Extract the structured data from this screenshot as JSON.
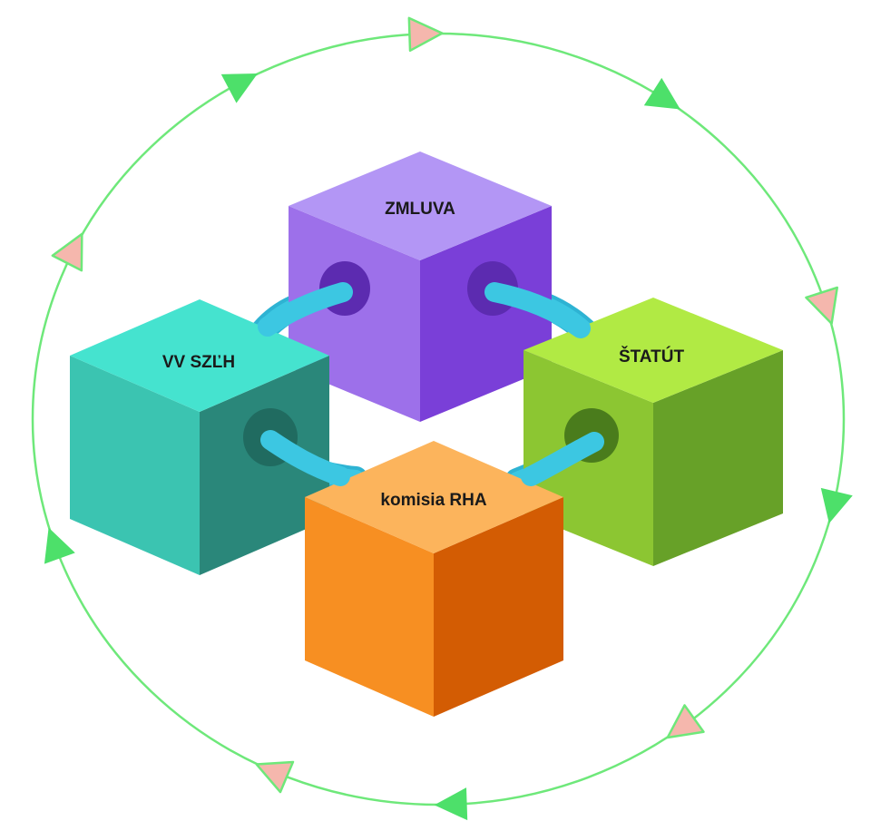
{
  "diagram": {
    "blocks": [
      {
        "id": "zmluva",
        "label": "ZMLUVA",
        "colors": {
          "top": "#b396f5",
          "left": "#9d70ea",
          "right": "#7a3fd8",
          "hole": "#5c2bb0"
        }
      },
      {
        "id": "vv",
        "label": "VV SZĽH",
        "colors": {
          "top": "#45e3cf",
          "left": "#3bc4b1",
          "right": "#2a877a",
          "hole": "#206b60"
        }
      },
      {
        "id": "statut",
        "label": "ŠTATÚT",
        "colors": {
          "top": "#b1ea44",
          "left": "#8cc632",
          "right": "#67a128",
          "hole": "#4a7c1c"
        }
      },
      {
        "id": "komisia",
        "label": "komisia RHA",
        "colors": {
          "top": "#fcb45c",
          "left": "#f78f22",
          "right": "#d35c03",
          "hole": "#a84800"
        }
      }
    ],
    "connectors": [
      {
        "from": "vv",
        "to": "zmluva"
      },
      {
        "from": "zmluva",
        "to": "statut"
      },
      {
        "from": "vv",
        "to": "komisia"
      },
      {
        "from": "komisia",
        "to": "statut"
      }
    ],
    "cycle": {
      "line_color": "#6ee87a",
      "arrow_green": "#4de06a",
      "arrow_pink": "#f5b7ad",
      "arrow_pink_stroke": "#6ee87a",
      "arrow_pattern": [
        "pink",
        "green",
        "pink",
        "green",
        "pink",
        "green",
        "pink",
        "green",
        "pink",
        "green"
      ]
    }
  }
}
